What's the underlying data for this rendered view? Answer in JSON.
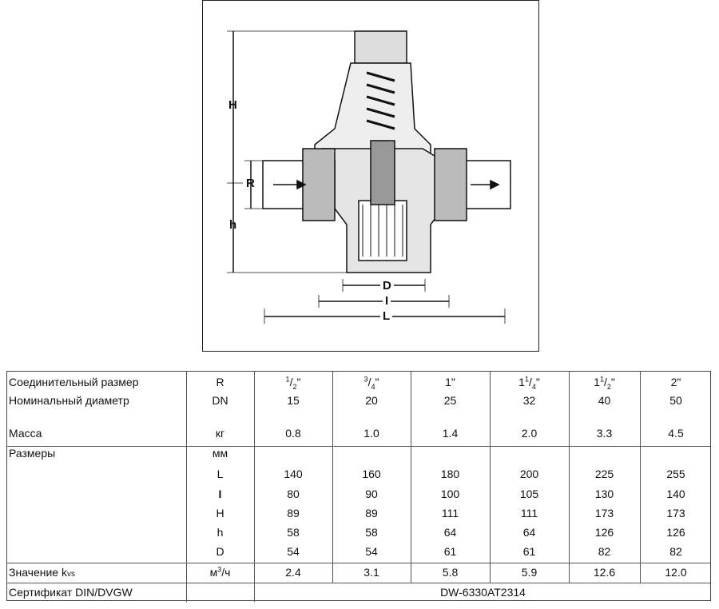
{
  "diagram": {
    "labels": {
      "H": "H",
      "R": "R",
      "h": "h",
      "D": "D",
      "I": "I",
      "L": "L"
    }
  },
  "table": {
    "rows": [
      {
        "label": "Соединительный размер",
        "unit": "R",
        "values": [
          {
            "w": "",
            "n": "1",
            "d": "2",
            "s": "\""
          },
          {
            "w": "",
            "n": "3",
            "d": "4",
            "s": "\""
          },
          "1\"",
          {
            "w": "1",
            "n": "1",
            "d": "4",
            "s": "\""
          },
          {
            "w": "1",
            "n": "1",
            "d": "2",
            "s": "\""
          },
          "2\""
        ]
      },
      {
        "label": "Номинальный диаметр",
        "unit": "DN",
        "values": [
          "15",
          "20",
          "25",
          "32",
          "40",
          "50"
        ]
      },
      {
        "label": "Масса",
        "unit": "кг",
        "values": [
          "0.8",
          "1.0",
          "1.4",
          "2.0",
          "3.3",
          "4.5"
        ]
      },
      {
        "label": "Размеры",
        "unit": "мм",
        "values": [
          "",
          "",
          "",
          "",
          "",
          ""
        ]
      },
      {
        "label": "",
        "unit": "L",
        "values": [
          "140",
          "160",
          "180",
          "200",
          "225",
          "255"
        ]
      },
      {
        "label": "",
        "unit": "I",
        "values": [
          "80",
          "90",
          "100",
          "105",
          "130",
          "140"
        ]
      },
      {
        "label": "",
        "unit": "H",
        "values": [
          "89",
          "89",
          "111",
          "111",
          "173",
          "173"
        ]
      },
      {
        "label": "",
        "unit": "h",
        "values": [
          "58",
          "58",
          "64",
          "64",
          "126",
          "126"
        ]
      },
      {
        "label": "",
        "unit": "D",
        "values": [
          "54",
          "54",
          "61",
          "61",
          "82",
          "82"
        ]
      },
      {
        "label": "Значение k",
        "label_sub": "vs",
        "unit": "м",
        "unit_sup": "3",
        "unit_tail": "/ч",
        "values": [
          "2.4",
          "3.1",
          "5.8",
          "5.9",
          "12.6",
          "12.0"
        ]
      }
    ],
    "certificate": {
      "label": "Сертификат DIN/DVGW",
      "value": "DW-6330AT2314"
    }
  }
}
